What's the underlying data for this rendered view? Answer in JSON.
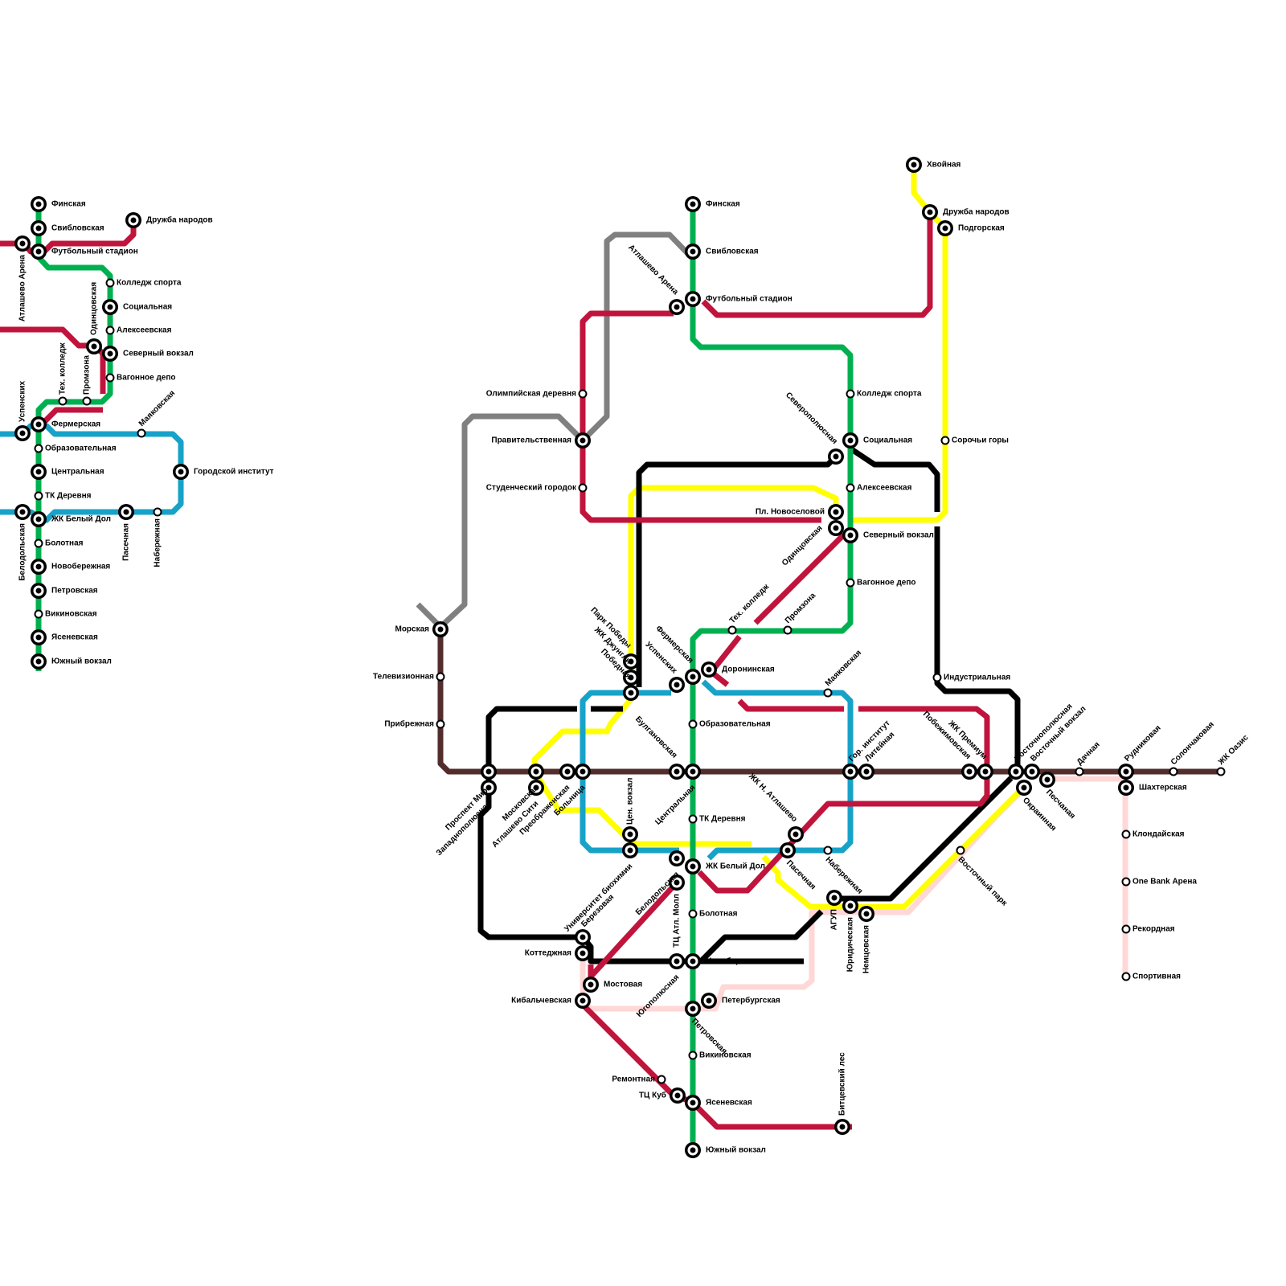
{
  "colors": {
    "green": "#00b050",
    "red": "#c0143c",
    "blue": "#17a2c8",
    "yellow": "#ffff00",
    "black": "#000000",
    "gray": "#808080",
    "brown": "#532c2c",
    "pink": "#ffd7d7"
  },
  "small_map": {
    "stations": [
      {
        "id": "s_finskaya",
        "name": "Финская",
        "type": "interchange"
      },
      {
        "id": "s_svibl",
        "name": "Свибловская",
        "type": "interchange"
      },
      {
        "id": "s_druzhba",
        "name": "Дружба народов",
        "type": "interchange"
      },
      {
        "id": "s_atlarena",
        "name": "Атлашево Арена",
        "type": "interchange"
      },
      {
        "id": "s_futbol",
        "name": "Футбольный стадион",
        "type": "interchange"
      },
      {
        "id": "s_college",
        "name": "Колледж спорта",
        "type": "regular"
      },
      {
        "id": "s_social",
        "name": "Социальная",
        "type": "interchange"
      },
      {
        "id": "s_alekseev",
        "name": "Алексеевская",
        "type": "regular"
      },
      {
        "id": "s_odintsov",
        "name": "Одинцовская",
        "type": "interchange"
      },
      {
        "id": "s_sev_vokzal",
        "name": "Северный вокзал",
        "type": "interchange"
      },
      {
        "id": "s_vagon",
        "name": "Вагонное депо",
        "type": "regular"
      },
      {
        "id": "s_tech",
        "name": "Тех. колледж",
        "type": "regular"
      },
      {
        "id": "s_promzona",
        "name": "Промзона",
        "type": "regular"
      },
      {
        "id": "s_uspensk",
        "name": "Успенских",
        "type": "interchange"
      },
      {
        "id": "s_fermer",
        "name": "Фермерская",
        "type": "interchange"
      },
      {
        "id": "s_mayak",
        "name": "Маяковская",
        "type": "regular"
      },
      {
        "id": "s_obraz",
        "name": "Образовательная",
        "type": "regular"
      },
      {
        "id": "s_central",
        "name": "Центральная",
        "type": "interchange"
      },
      {
        "id": "s_gorinst",
        "name": "Городской институт",
        "type": "interchange"
      },
      {
        "id": "s_tk",
        "name": "ТК Деревня",
        "type": "regular"
      },
      {
        "id": "s_belodol",
        "name": "Белодольская",
        "type": "interchange"
      },
      {
        "id": "s_zhkbd",
        "name": "ЖК Белый Дол",
        "type": "interchange"
      },
      {
        "id": "s_pasech",
        "name": "Пасечная",
        "type": "interchange"
      },
      {
        "id": "s_nabereg",
        "name": "Набережная",
        "type": "regular"
      },
      {
        "id": "s_boloto",
        "name": "Болотная",
        "type": "regular"
      },
      {
        "id": "s_novober",
        "name": "Новобережная",
        "type": "interchange"
      },
      {
        "id": "s_petrov",
        "name": "Петровская",
        "type": "interchange"
      },
      {
        "id": "s_vikin",
        "name": "Викиновская",
        "type": "regular"
      },
      {
        "id": "s_yasen",
        "name": "Ясеневская",
        "type": "interchange"
      },
      {
        "id": "s_yuzh",
        "name": "Южный вокзал",
        "type": "interchange"
      }
    ]
  },
  "main_map": {
    "stations": [
      {
        "id": "finskaya",
        "name": "Финская",
        "type": "interchange"
      },
      {
        "id": "svibl",
        "name": "Свибловская",
        "type": "interchange"
      },
      {
        "id": "atlarena",
        "name": "Атлашево Арена",
        "type": "interchange"
      },
      {
        "id": "futbol",
        "name": "Футбольный стадион",
        "type": "interchange"
      },
      {
        "id": "khvoy",
        "name": "Хвойная",
        "type": "interchange"
      },
      {
        "id": "druzhba",
        "name": "Дружба народов",
        "type": "interchange"
      },
      {
        "id": "podgor",
        "name": "Подгорская",
        "type": "interchange"
      },
      {
        "id": "olymp",
        "name": "Олимпийская деревня",
        "type": "regular"
      },
      {
        "id": "college",
        "name": "Колледж спорта",
        "type": "regular"
      },
      {
        "id": "pravit",
        "name": "Правительственная",
        "type": "interchange"
      },
      {
        "id": "severopol",
        "name": "Северополюсная",
        "type": "interchange"
      },
      {
        "id": "social",
        "name": "Социальная",
        "type": "interchange"
      },
      {
        "id": "sorochi",
        "name": "Сорочьи горы",
        "type": "regular"
      },
      {
        "id": "student",
        "name": "Студенческий городок",
        "type": "regular"
      },
      {
        "id": "alekseev",
        "name": "Алексеевская",
        "type": "regular"
      },
      {
        "id": "plnovo",
        "name": "Пл. Новоселовой",
        "type": "interchange"
      },
      {
        "id": "odintsov",
        "name": "Одинцовская",
        "type": "interchange"
      },
      {
        "id": "sevvokzal",
        "name": "Северный вокзал",
        "type": "interchange"
      },
      {
        "id": "vagon",
        "name": "Вагонное депо",
        "type": "regular"
      },
      {
        "id": "tech",
        "name": "Тех. колледж",
        "type": "regular"
      },
      {
        "id": "promzona",
        "name": "Промзона",
        "type": "regular"
      },
      {
        "id": "morskaya",
        "name": "Морская",
        "type": "interchange"
      },
      {
        "id": "parkpob",
        "name": "Парк Победы",
        "type": "interchange"
      },
      {
        "id": "zhkdzh",
        "name": "ЖК Джунгли",
        "type": "interchange"
      },
      {
        "id": "pobedn",
        "name": "Победная",
        "type": "interchange"
      },
      {
        "id": "fermer",
        "name": "Фермерская",
        "type": "interchange"
      },
      {
        "id": "uspensk",
        "name": "Успенских",
        "type": "interchange"
      },
      {
        "id": "doronin",
        "name": "Доронинская",
        "type": "interchange"
      },
      {
        "id": "mayak",
        "name": "Маяковская",
        "type": "regular"
      },
      {
        "id": "industr",
        "name": "Индустриальная",
        "type": "regular"
      },
      {
        "id": "telev",
        "name": "Телевизионная",
        "type": "regular"
      },
      {
        "id": "pribr",
        "name": "Прибрежная",
        "type": "regular"
      },
      {
        "id": "obraz",
        "name": "Образовательная",
        "type": "regular"
      },
      {
        "id": "bulgan",
        "name": "Булгановская",
        "type": "interchange"
      },
      {
        "id": "central",
        "name": "Центральная",
        "type": "interchange"
      },
      {
        "id": "prmira",
        "name": "Проспект Мира",
        "type": "interchange"
      },
      {
        "id": "zapadno",
        "name": "Западнополюсная",
        "type": "interchange"
      },
      {
        "id": "moskov",
        "name": "Московская",
        "type": "interchange"
      },
      {
        "id": "atlsiti",
        "name": "Атлашево Сити",
        "type": "interchange"
      },
      {
        "id": "preobr",
        "name": "Преображенская",
        "type": "interchange"
      },
      {
        "id": "bolnica",
        "name": "Больница",
        "type": "interchange"
      },
      {
        "id": "cenvokzal",
        "name": "Цен. вокзал",
        "type": "interchange"
      },
      {
        "id": "univbio",
        "name": "Университет биохимии",
        "type": "interchange"
      },
      {
        "id": "gorinst",
        "name": "Гор. институт",
        "type": "interchange"
      },
      {
        "id": "liteyn",
        "name": "Литейная",
        "type": "interchange"
      },
      {
        "id": "pobezhim",
        "name": "Побежимовская",
        "type": "interchange"
      },
      {
        "id": "zhkprem",
        "name": "ЖК Премиум",
        "type": "interchange"
      },
      {
        "id": "vostpol",
        "name": "Восточнополюсная",
        "type": "interchange"
      },
      {
        "id": "vostvokz",
        "name": "Восточный вокзал",
        "type": "interchange"
      },
      {
        "id": "okrain",
        "name": "Окраинная",
        "type": "interchange"
      },
      {
        "id": "pesch",
        "name": "Песчаная",
        "type": "interchange"
      },
      {
        "id": "dachn",
        "name": "Дачная",
        "type": "regular"
      },
      {
        "id": "rudnik",
        "name": "Рудниковая",
        "type": "interchange"
      },
      {
        "id": "shakht",
        "name": "Шахтерская",
        "type": "interchange"
      },
      {
        "id": "solonch",
        "name": "Солончаковая",
        "type": "regular"
      },
      {
        "id": "zhkoazis",
        "name": "ЖК Оазис",
        "type": "regular"
      },
      {
        "id": "tk",
        "name": "ТК Деревня",
        "type": "regular"
      },
      {
        "id": "zhknatl",
        "name": "ЖК Н. Атлашево",
        "type": "interchange"
      },
      {
        "id": "klond",
        "name": "Клондайская",
        "type": "regular"
      },
      {
        "id": "onebank",
        "name": "One Bank Арена",
        "type": "regular"
      },
      {
        "id": "rekord",
        "name": "Рекордная",
        "type": "regular"
      },
      {
        "id": "sport",
        "name": "Спортивная",
        "type": "regular"
      },
      {
        "id": "belodol",
        "name": "Белодольская",
        "type": "interchange"
      },
      {
        "id": "zhkbd",
        "name": "ЖК Белый Дол",
        "type": "interchange"
      },
      {
        "id": "pasech",
        "name": "Пасечная",
        "type": "interchange"
      },
      {
        "id": "nabereg",
        "name": "Набережная",
        "type": "regular"
      },
      {
        "id": "vostpark",
        "name": "Восточный парк",
        "type": "regular"
      },
      {
        "id": "agup",
        "name": "АГУП",
        "type": "interchange"
      },
      {
        "id": "yurid",
        "name": "Юридическая",
        "type": "interchange"
      },
      {
        "id": "nemcov",
        "name": "Немцовская",
        "type": "interchange"
      },
      {
        "id": "boloto",
        "name": "Болотная",
        "type": "regular"
      },
      {
        "id": "tcatl",
        "name": "ТЦ Атл. Молл",
        "type": "interchange"
      },
      {
        "id": "berez",
        "name": "Березовая",
        "type": "interchange"
      },
      {
        "id": "kottedzh",
        "name": "Коттеджная",
        "type": "interchange"
      },
      {
        "id": "ugopol",
        "name": "Югополюсная",
        "type": "interchange"
      },
      {
        "id": "novober",
        "name": "Новобережная",
        "type": "interchange"
      },
      {
        "id": "mostov",
        "name": "Мостовая",
        "type": "interchange"
      },
      {
        "id": "kibal",
        "name": "Кибальчевская",
        "type": "interchange"
      },
      {
        "id": "petrov",
        "name": "Петровская",
        "type": "interchange"
      },
      {
        "id": "peterb",
        "name": "Петербургская",
        "type": "interchange"
      },
      {
        "id": "vikin",
        "name": "Викиновская",
        "type": "regular"
      },
      {
        "id": "remont",
        "name": "Ремонтная",
        "type": "regular"
      },
      {
        "id": "tckub",
        "name": "ТЦ Куб",
        "type": "interchange"
      },
      {
        "id": "yasen",
        "name": "Ясеневская",
        "type": "interchange"
      },
      {
        "id": "bitcev",
        "name": "Битцевский лес",
        "type": "interchange"
      },
      {
        "id": "yuzh",
        "name": "Южный вокзал",
        "type": "interchange"
      }
    ]
  }
}
